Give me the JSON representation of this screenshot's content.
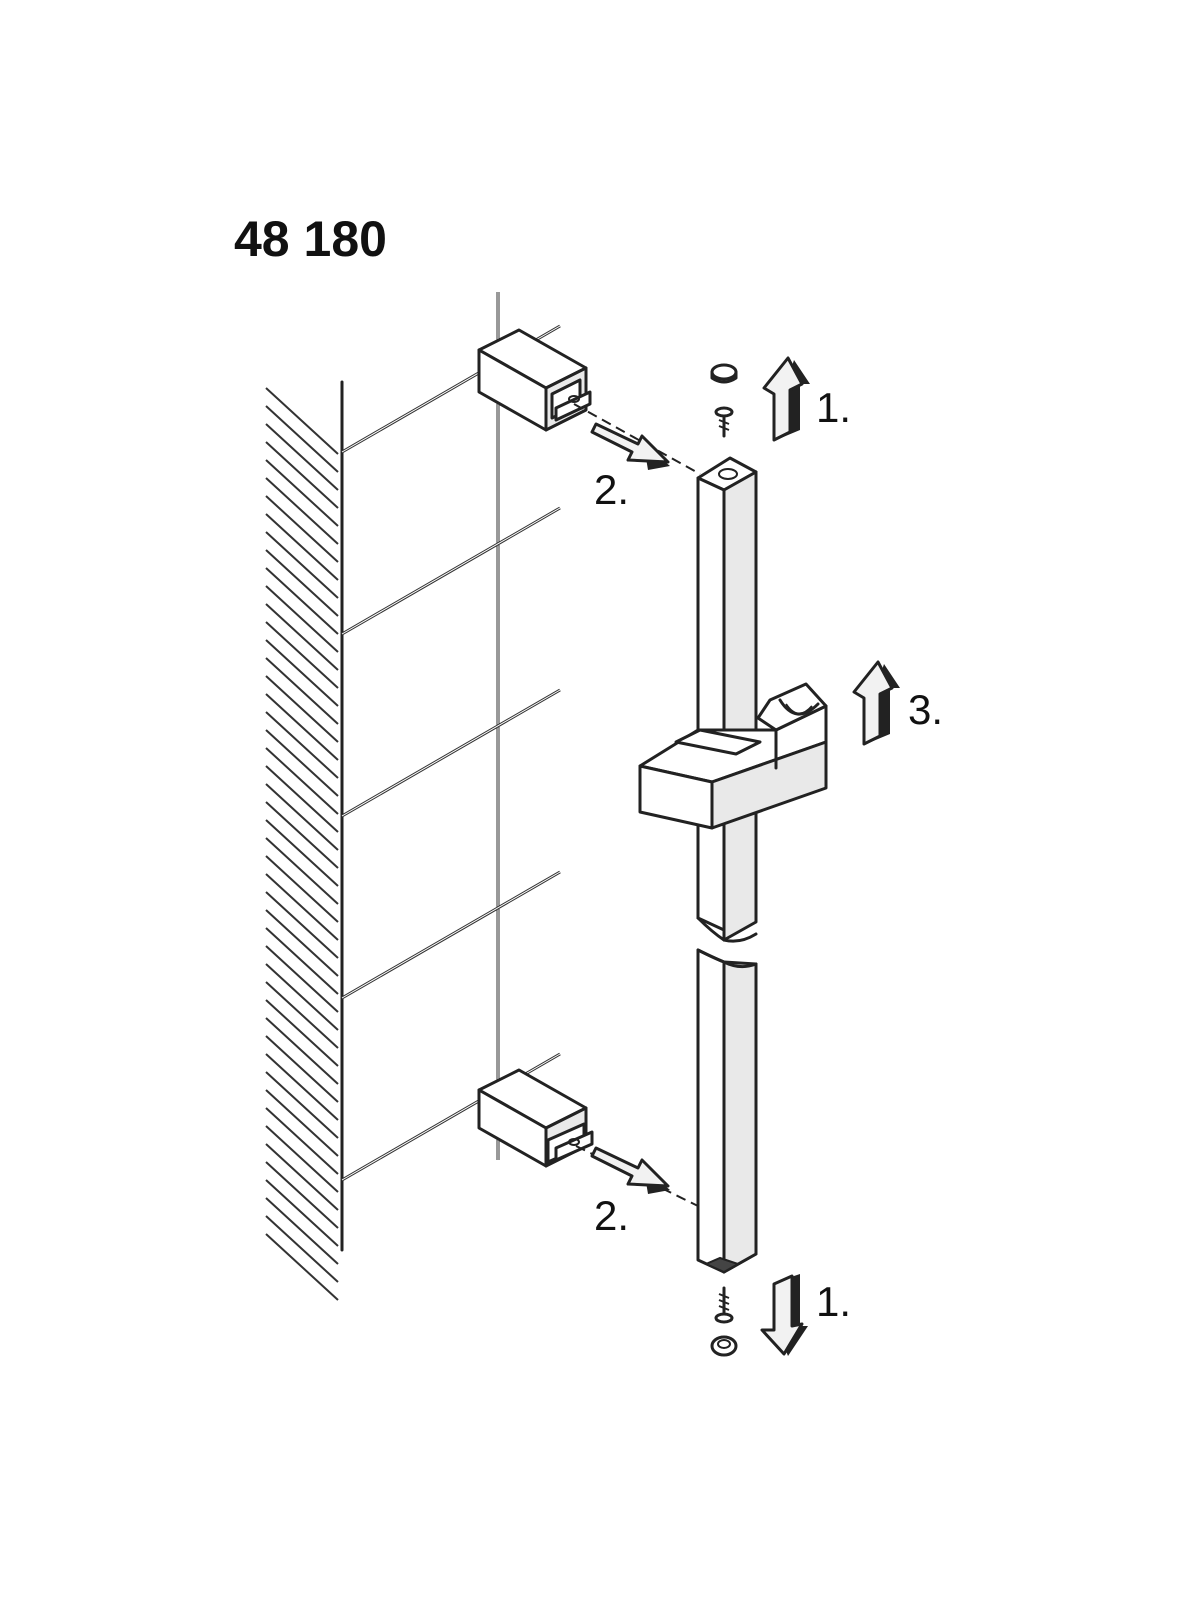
{
  "title": "48 180",
  "steps": {
    "remove_caps_top": "1.",
    "remove_caps_bottom": "1.",
    "slide_off_top": "2.",
    "slide_off_bottom": "2.",
    "remove_holder": "3."
  },
  "colors": {
    "ink": "#222222",
    "background": "#ffffff"
  }
}
